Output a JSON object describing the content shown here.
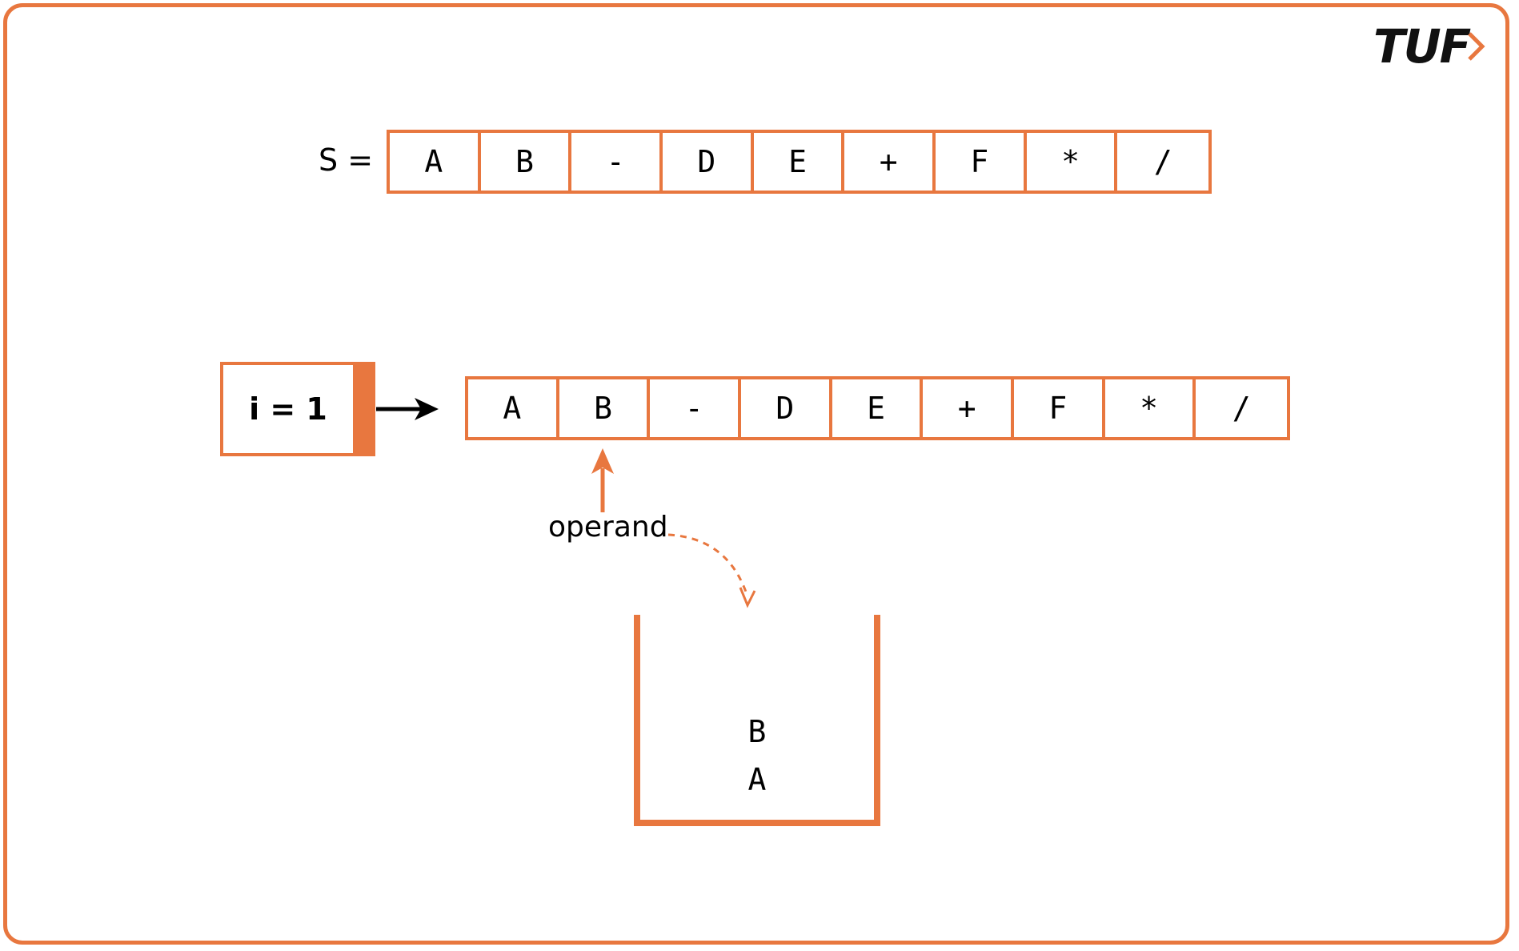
{
  "logo": {
    "text": "TUF"
  },
  "string_label": "S =",
  "string_cells": [
    "A",
    "B",
    "-",
    "D",
    "E",
    "+",
    "F",
    "*",
    "/"
  ],
  "iteration": {
    "label": "i = 1",
    "index": 1
  },
  "current_cells": [
    "A",
    "B",
    "-",
    "D",
    "E",
    "+",
    "F",
    "*",
    "/"
  ],
  "pointer_label": "operand",
  "stack": {
    "items_top_to_bottom": [
      "B",
      "A"
    ]
  },
  "colors": {
    "accent": "#E8773F",
    "text": "#000000",
    "frame": "#E8773F"
  }
}
